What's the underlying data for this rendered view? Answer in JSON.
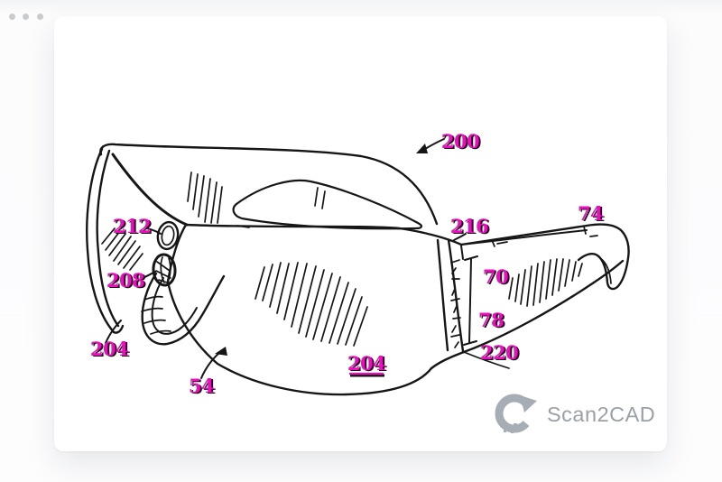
{
  "window": {
    "controls_count": 3
  },
  "figure": {
    "type": "patent-line-drawing",
    "description": "Black line-art perspective drawing of wraparound eyeglasses with magenta patent reference numerals",
    "line_color": "#161616",
    "label_color": "#ed0cbe",
    "reference_labels": [
      {
        "text": "200"
      },
      {
        "text": "212"
      },
      {
        "text": "208"
      },
      {
        "text": "204"
      },
      {
        "text": "54"
      },
      {
        "text": "216"
      },
      {
        "text": "74"
      },
      {
        "text": "70"
      },
      {
        "text": "78"
      },
      {
        "text": "220"
      },
      {
        "text": "204",
        "underlined": true
      }
    ]
  },
  "watermark": {
    "brand": "Scan2CAD",
    "color": "#9aa0a7"
  }
}
